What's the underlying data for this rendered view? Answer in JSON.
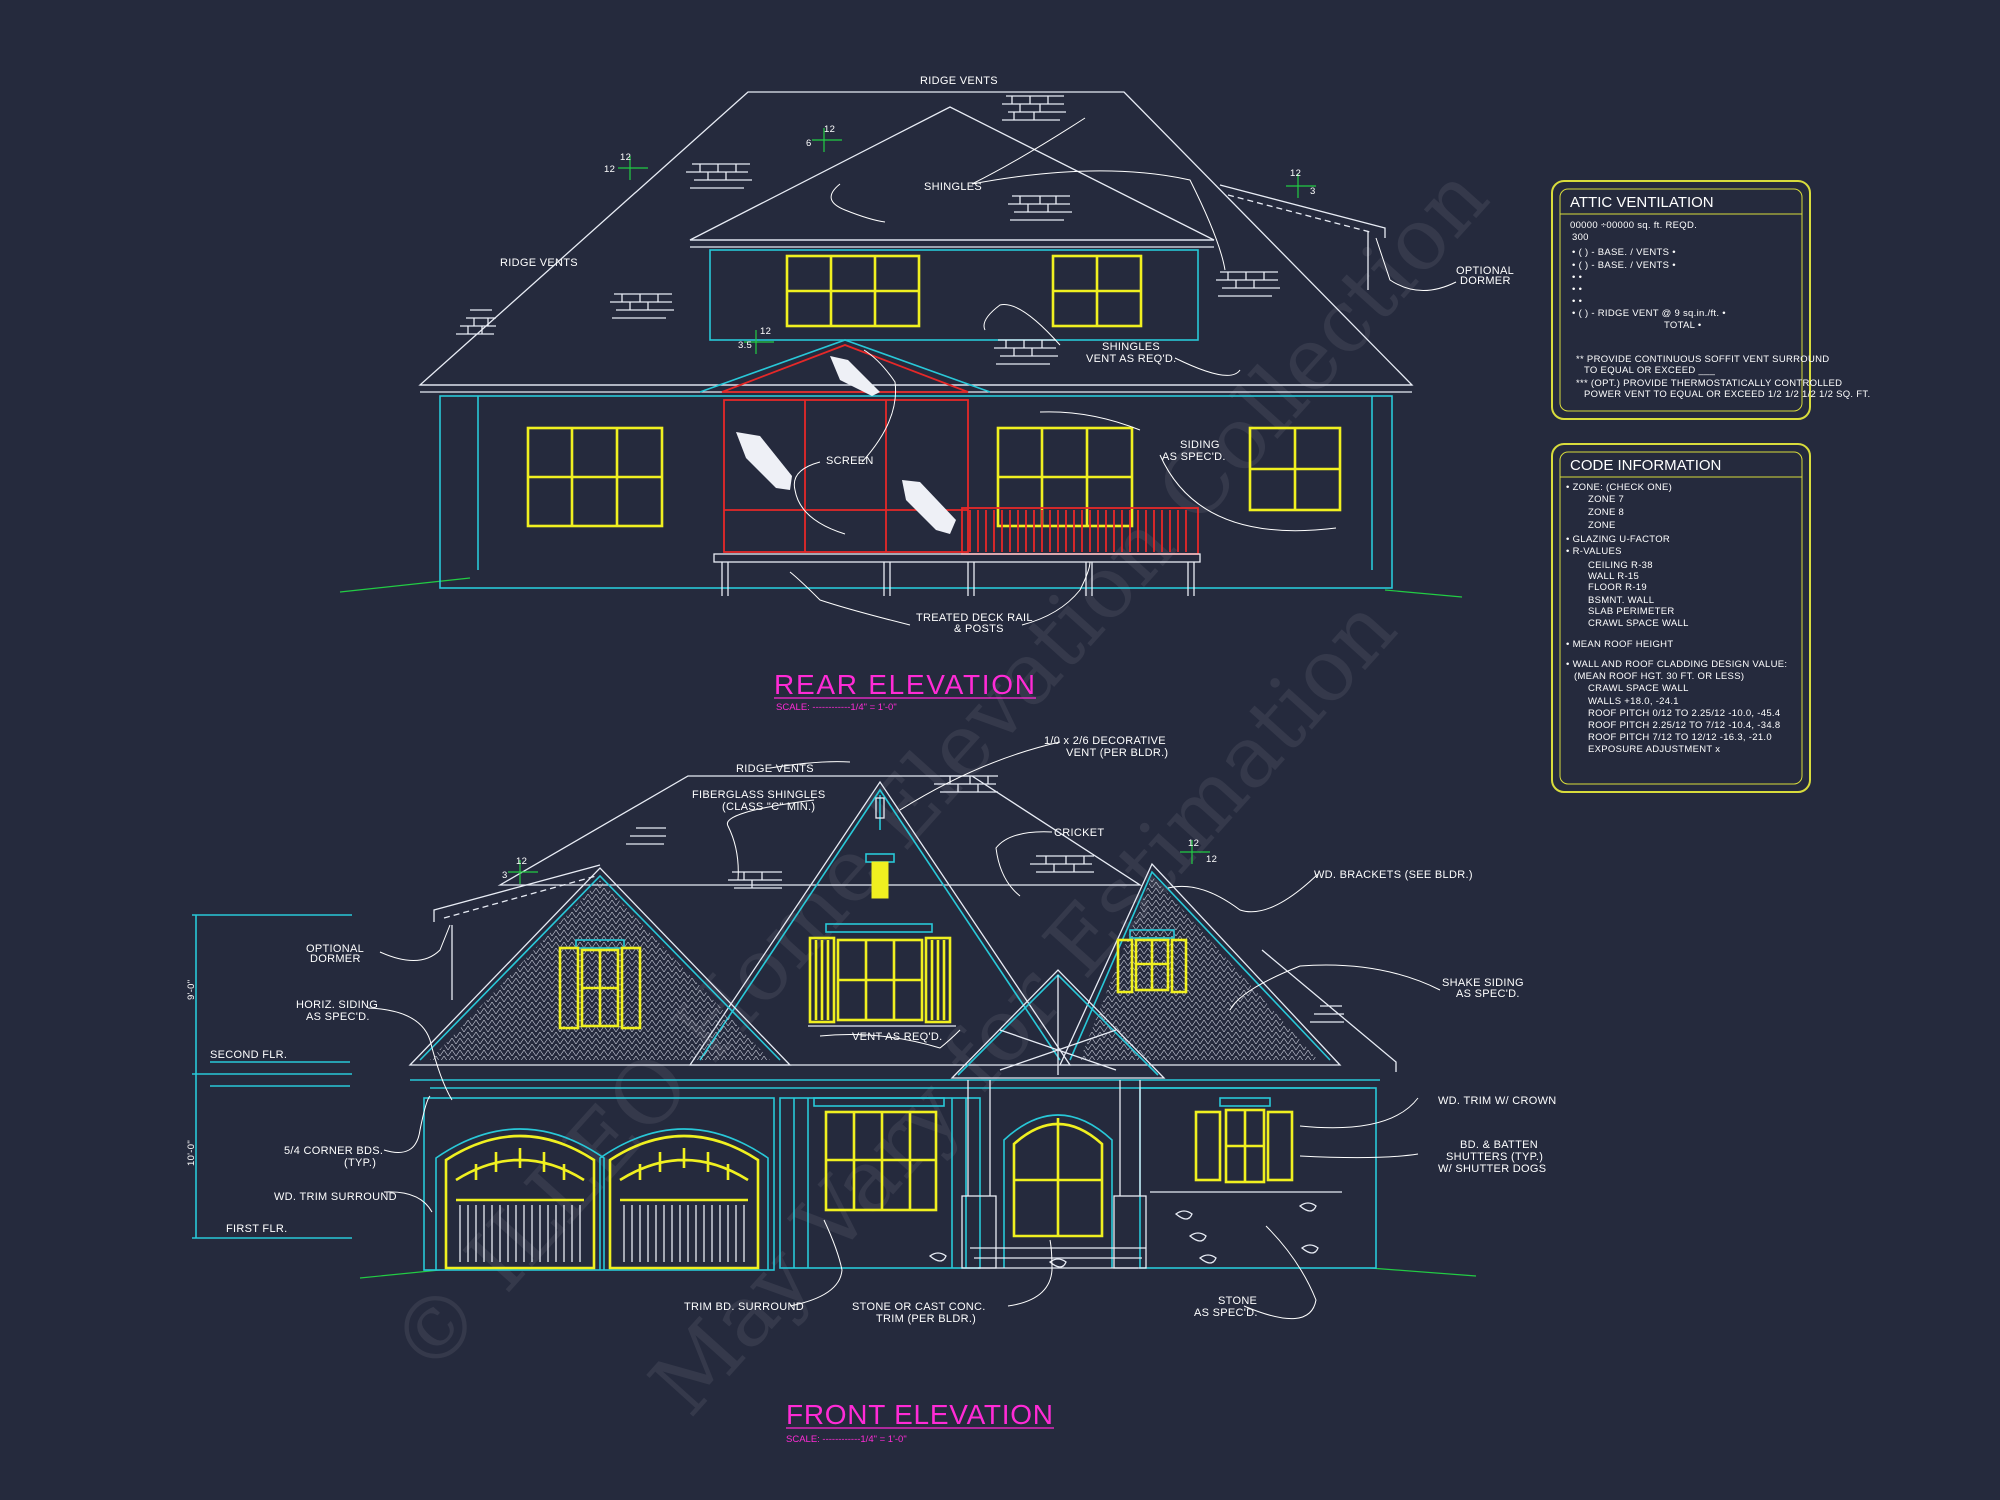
{
  "rear": {
    "title": "REAR ELEVATION",
    "scale": "SCALE: ------------1/4\" = 1'-0\"",
    "notes": {
      "ridge_vents_top": "RIDGE VENTS",
      "ridge_vents_left": "RIDGE VENTS",
      "shingles": "SHINGLES",
      "shingles_vent_1": "SHINGLES",
      "shingles_vent_2": "VENT AS REQ'D.",
      "optional_dormer_1": "OPTIONAL",
      "optional_dormer_2": "DORMER",
      "screen": "SCREEN",
      "siding_1": "SIDING",
      "siding_2": "AS SPEC'D.",
      "deck_rail_1": "TREATED DECK RAIL",
      "deck_rail_2": "& POSTS"
    },
    "pitches": [
      {
        "rise": "12",
        "run": "12"
      },
      {
        "rise": "12",
        "run": "6"
      },
      {
        "rise": "12",
        "run": "3"
      },
      {
        "rise": "12",
        "run": "3.5"
      }
    ]
  },
  "front": {
    "title": "FRONT ELEVATION",
    "scale": "SCALE: ------------1/4\" = 1'-0\"",
    "notes": {
      "ridge_vents": "RIDGE VENTS",
      "deco_vent_1": "1/0 x 2/6 DECORATIVE",
      "deco_vent_2": "VENT (PER BLDR.)",
      "fiberglass_1": "FIBERGLASS SHINGLES",
      "fiberglass_2": "(CLASS \"C\" MIN.)",
      "cricket": "CRICKET",
      "brackets": "WD. BRACKETS (SEE BLDR.)",
      "optional_dormer_1": "OPTIONAL",
      "optional_dormer_2": "DORMER",
      "shake_1": "SHAKE SIDING",
      "shake_2": "AS SPEC'D.",
      "horiz_1": "HORIZ. SIDING",
      "horiz_2": "AS SPEC'D.",
      "vent_req": "VENT AS REQ'D.",
      "second_flr": "SECOND FLR.",
      "first_flr": "FIRST FLR.",
      "dim_upper": "9'-0\"",
      "dim_lower": "10'-0\"",
      "corner_1": "5/4 CORNER BDS.",
      "corner_2": "(TYP.)",
      "trim_surround": "WD. TRIM SURROUND",
      "trim_crown": "WD. TRIM W/ CROWN",
      "shutters_1": "BD. & BATTEN",
      "shutters_2": "SHUTTERS (TYP.)",
      "shutters_3": "W/ SHUTTER DOGS",
      "trim_bd": "TRIM BD. SURROUND",
      "stone_trim_1": "STONE OR CAST CONC.",
      "stone_trim_2": "TRIM (PER BLDR.)",
      "stone_1": "STONE",
      "stone_2": "AS SPEC'D."
    },
    "pitches": [
      {
        "rise": "12",
        "run": "3"
      },
      {
        "rise": "12",
        "run": "12"
      }
    ]
  },
  "attic": {
    "title": "ATTIC VENTILATION",
    "lines": [
      "00000 ÷00000 sq. ft. REQD.",
      "300",
      "• (     ) -       BASE.    /    VENTS    •",
      "• (     ) -       BASE.    /    VENTS    •",
      "•                                                      •",
      "•                                                      •",
      "•                                                      •",
      "• (    ) - RIDGE VENT @ 9 sq.in./ft.      •",
      "TOTAL        •",
      "** PROVIDE CONTINUOUS SOFFIT VENT SURROUND",
      "TO EQUAL OR EXCEED ___",
      "*** (OPT.) PROVIDE THERMOSTATICALLY CONTROLLED",
      "POWER VENT TO EQUAL OR EXCEED 1/2 1/2 1/2 1/2 SQ. FT."
    ]
  },
  "code": {
    "title": "CODE INFORMATION",
    "lines": [
      "• ZONE: (CHECK ONE)",
      "ZONE 7",
      "ZONE 8",
      "ZONE",
      "• GLAZING U-FACTOR",
      "• R-VALUES",
      "CEILING                   R-38",
      "WALL                        R-15",
      "FLOOR                      R-19",
      "BSMNT. WALL",
      "SLAB PERIMETER",
      "CRAWL SPACE WALL",
      "• MEAN ROOF HEIGHT",
      "• WALL AND ROOF CLADDING DESIGN VALUE:",
      "(MEAN ROOF HGT. 30 FT. OR LESS)",
      "CRAWL SPACE WALL",
      "WALLS                            +18.0,  -24.1",
      "ROOF PITCH 0/12 TO 2.25/12    -10.0,  -45.4",
      "ROOF PITCH 2.25/12 TO 7/12    -10.4,  -34.8",
      "ROOF PITCH 7/12 TO 12/12       -16.3,  -21.0",
      "EXPOSURE ADJUSTMENT          x"
    ]
  },
  "watermark": {
    "line1": "© ILLEO Home Elevation Collection",
    "line2": "May Vary for Estimation"
  },
  "colors": {
    "background": "#252a3d",
    "cyan": "#28c8d8",
    "yellow": "#f0f020",
    "magenta": "#ff2bd6",
    "red": "#e62828",
    "green": "#22cc44"
  }
}
